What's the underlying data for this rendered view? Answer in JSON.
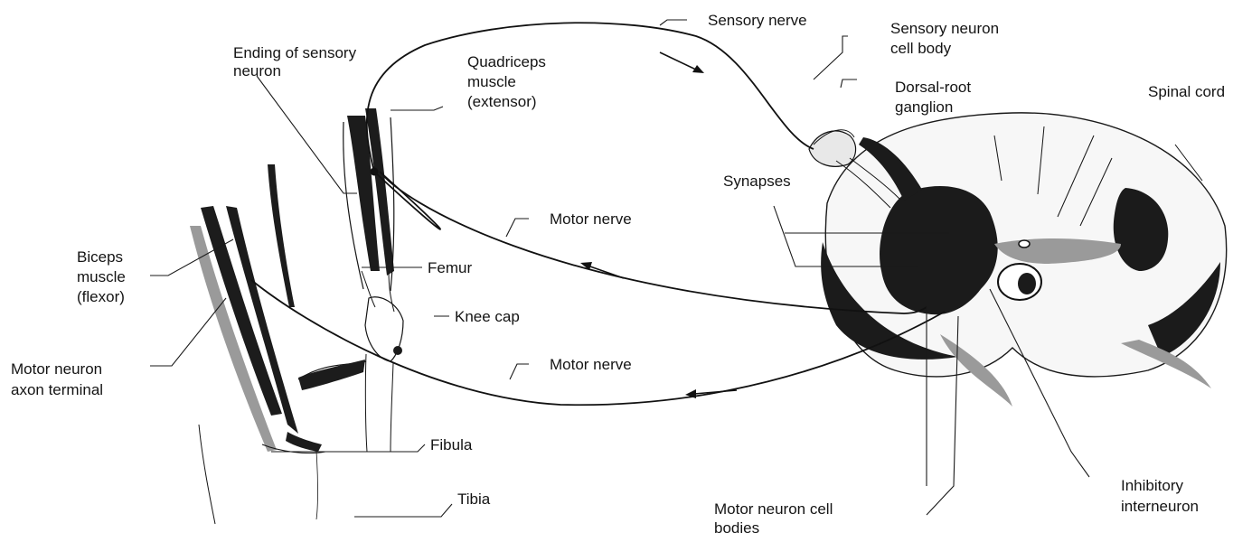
{
  "labels": {
    "ending_sensory_1": "Ending of sensory",
    "ending_sensory_2": "neuron",
    "quadriceps_1": "Quadriceps",
    "quadriceps_2": "muscle",
    "quadriceps_3": "(extensor)",
    "sensory_nerve": "Sensory nerve",
    "sensory_cell_body_1": "Sensory neuron",
    "sensory_cell_body_2": "cell body",
    "dorsal_root_1": "Dorsal-root",
    "dorsal_root_2": "ganglion",
    "spinal_cord": "Spinal cord",
    "synapses": "Synapses",
    "motor_nerve_upper": "Motor nerve",
    "femur": "Femur",
    "biceps_1": "Biceps",
    "biceps_2": "muscle",
    "biceps_3": "(flexor)",
    "knee_cap": "Knee cap",
    "motor_axon_1": "Motor neuron",
    "motor_axon_2": "axon terminal",
    "motor_nerve_lower": "Motor nerve",
    "fibula": "Fibula",
    "tibia": "Tibia",
    "inhibitory_1": "Inhibitory",
    "inhibitory_2": "interneuron",
    "motor_cell_bodies_1": "Motor neuron cell",
    "motor_cell_bodies_2": "bodies"
  }
}
